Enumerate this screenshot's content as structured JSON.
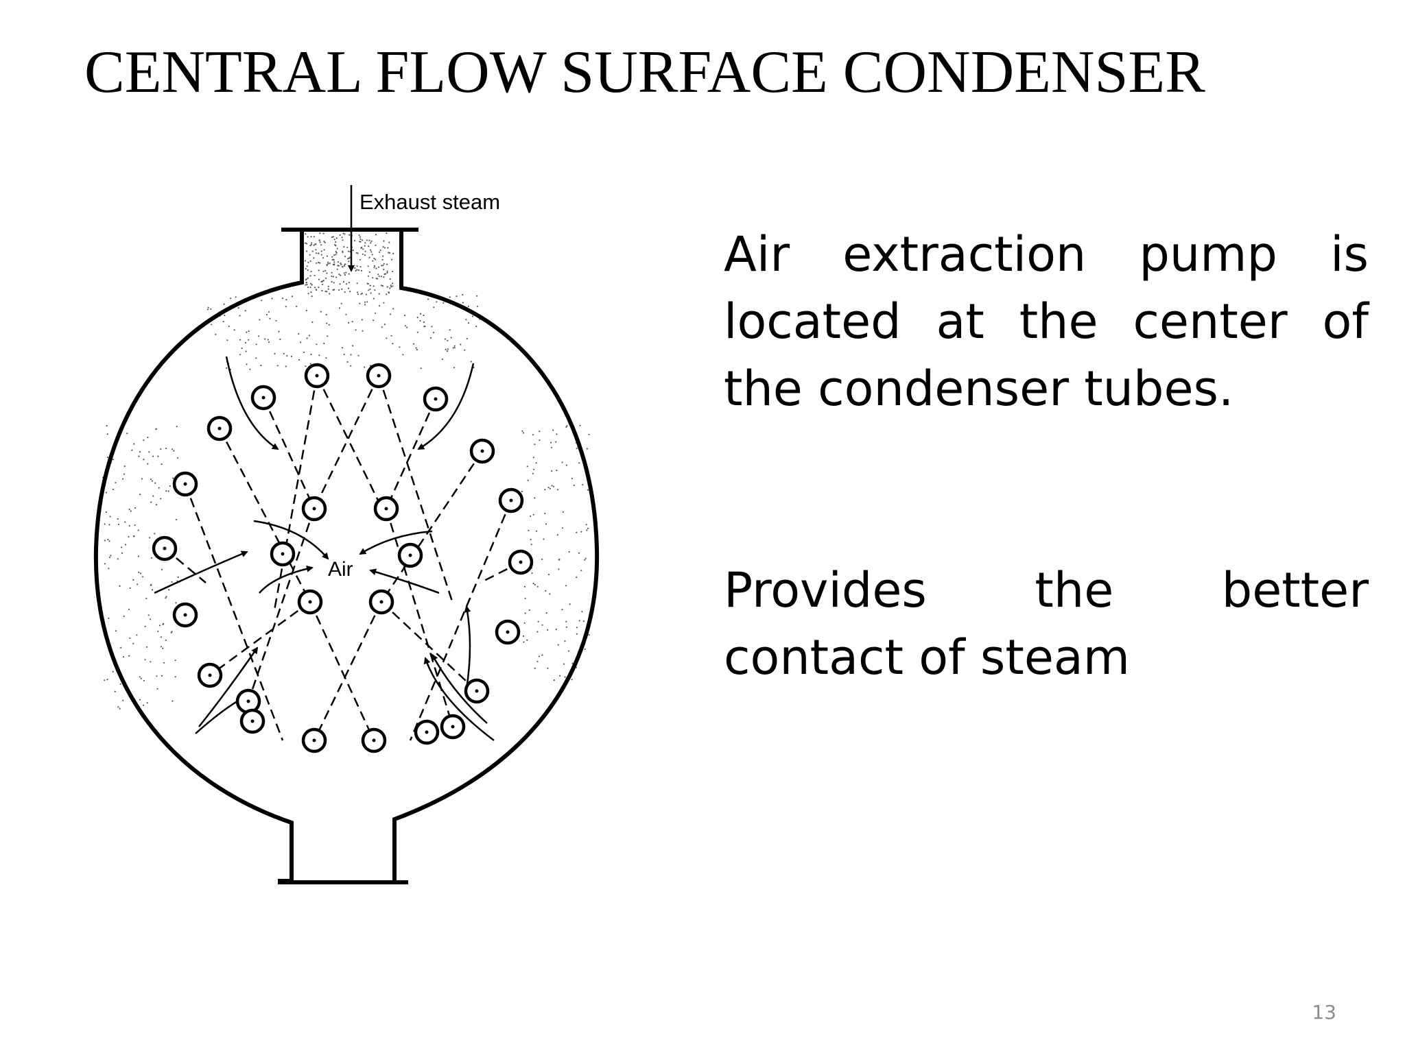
{
  "slide": {
    "title": "CENTRAL FLOW SURFACE CONDENSER",
    "page_number": "13"
  },
  "diagram": {
    "labels": {
      "inlet": "Exhaust steam",
      "center": "Air"
    }
  },
  "content": {
    "paragraphs": [
      "Air extraction pump is located at the center of the condenser tubes.",
      "Provides the better contact of steam"
    ]
  }
}
